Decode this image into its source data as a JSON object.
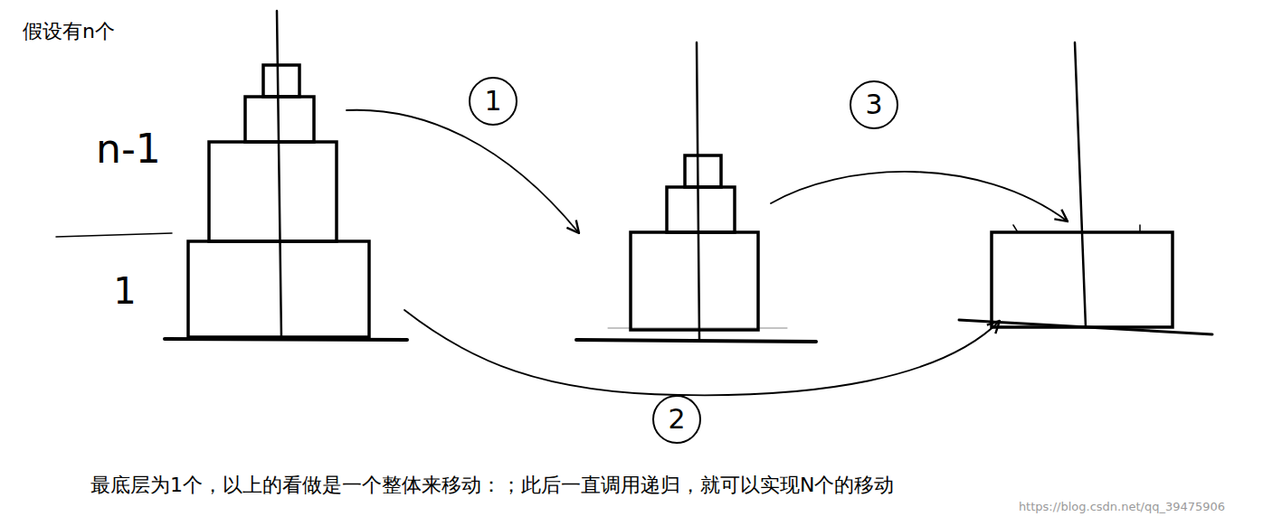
{
  "diagram": {
    "title": "假设有n个",
    "caption": "最底层为1个，以上的看做是一个整体来移动：；此后一直调用递归，就可以实现N个的移动",
    "labels": [
      "n-1",
      "1",
      "1",
      "3",
      "2",
      "https://blog.csdn.net/qq_39475906"
    ]
  }
}
